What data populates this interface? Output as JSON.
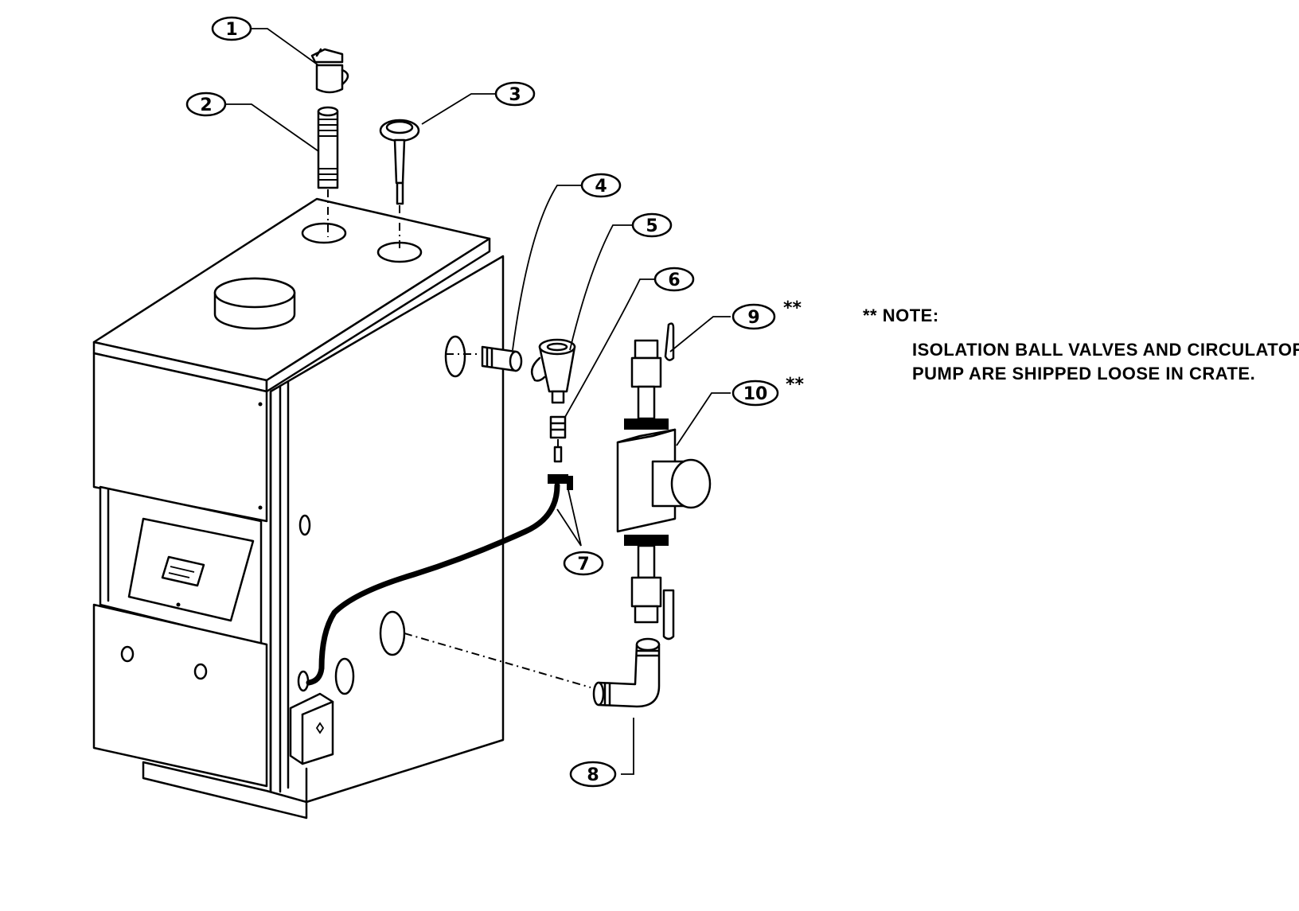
{
  "callouts": [
    {
      "number": "1",
      "part": "relief-valve"
    },
    {
      "number": "2",
      "part": "pipe-nipple"
    },
    {
      "number": "3",
      "part": "temperature-pressure-gauge"
    },
    {
      "number": "4",
      "part": "return-fitting"
    },
    {
      "number": "5",
      "part": "drain-valve"
    },
    {
      "number": "6",
      "part": "reducer-fitting"
    },
    {
      "number": "7",
      "part": "condensate-tube-fittings"
    },
    {
      "number": "8",
      "part": "elbow"
    },
    {
      "number": "9",
      "part": "isolation-ball-valve"
    },
    {
      "number": "10",
      "part": "circulator-pump"
    }
  ],
  "callout_marks": {
    "9": "**",
    "10": "**"
  },
  "note": {
    "heading": "** NOTE:",
    "line1": "ISOLATION BALL VALVES AND CIRCULATOR",
    "line2": "PUMP ARE SHIPPED LOOSE IN CRATE."
  },
  "colors": {
    "line": "#000000",
    "background": "#ffffff"
  }
}
